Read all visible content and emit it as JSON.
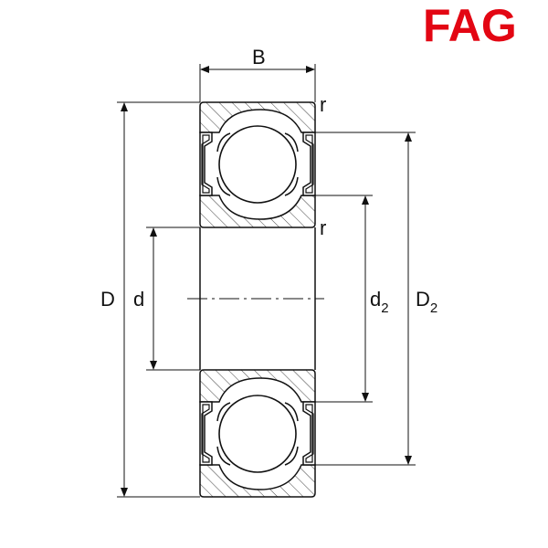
{
  "brand": {
    "name": "FAG",
    "color": "#e30613"
  },
  "labels": {
    "width": "B",
    "outer_diameter": "D",
    "bore_diameter": "d",
    "inner_shoulder_base": "d",
    "inner_shoulder_sub": "2",
    "outer_shoulder_base": "D",
    "outer_shoulder_sub": "2",
    "radius_top": "r",
    "radius_inner": "r"
  },
  "colors": {
    "line": "#111111",
    "hatch": "#333333",
    "background": "#ffffff"
  }
}
